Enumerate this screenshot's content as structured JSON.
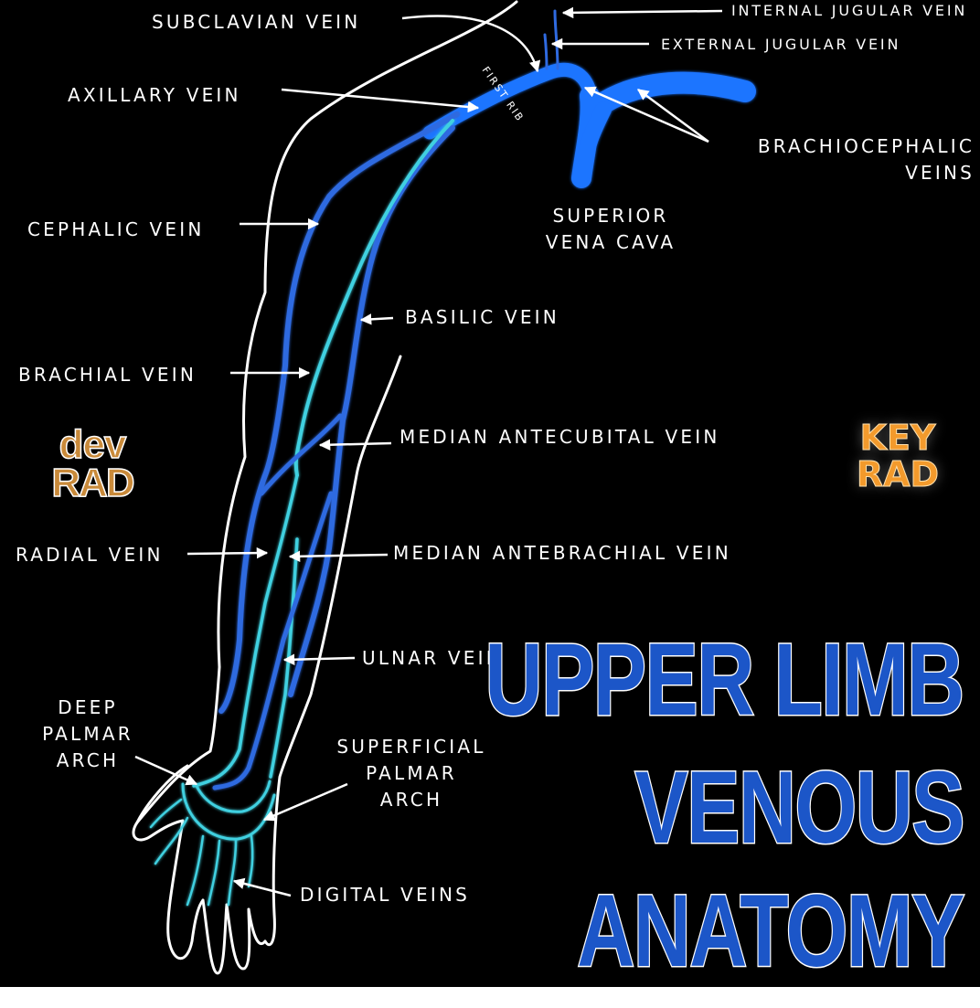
{
  "diagram": {
    "title_lines": [
      "UPPER LIMB",
      "VENOUS",
      "ANATOMY"
    ],
    "colors": {
      "background": "#000000",
      "deep_vein": "#2f6ae0",
      "superficial_vein": "#3fd0e0",
      "central_vein": "#1f74ff",
      "outline": "#ffffff",
      "title_fill": "#1c56c8"
    },
    "labels": {
      "subclavian_vein": "SUBCLAVIAN VEIN",
      "internal_jugular_vein": "INTERNAL JUGULAR VEIN",
      "external_jugular_vein": "EXTERNAL JUGULAR VEIN",
      "axillary_vein": "AXILLARY VEIN",
      "first_rib": "FIRST RIB",
      "brachiocephalic_veins_line1": "BRACHIOCEPHALIC",
      "brachiocephalic_veins_line2": "VEINS",
      "svc_line1": "SUPERIOR",
      "svc_line2": "VENA CAVA",
      "cephalic_vein": "CEPHALIC VEIN",
      "basilic_vein": "BASILIC VEIN",
      "brachial_vein": "BRACHIAL VEIN",
      "median_antecubital_vein": "MEDIAN ANTECUBITAL VEIN",
      "radial_vein": "RADIAL VEIN",
      "median_antebrachial_vein": "MEDIAN ANTEBRACHIAL VEIN",
      "ulnar_vein": "ULNAR VEIN",
      "deep_palmar_arch_line1": "DEEP",
      "deep_palmar_arch_line2": "PALMAR",
      "deep_palmar_arch_line3": "ARCH",
      "superficial_palmar_arch_line1": "SUPERFICIAL",
      "superficial_palmar_arch_line2": "PALMAR",
      "superficial_palmar_arch_line3": "ARCH",
      "digital_veins": "DIGITAL VEINS"
    },
    "logos": {
      "left_line1": "dev",
      "left_line2": "RAD",
      "right_line1": "KEY",
      "right_line2": "RAD"
    }
  }
}
